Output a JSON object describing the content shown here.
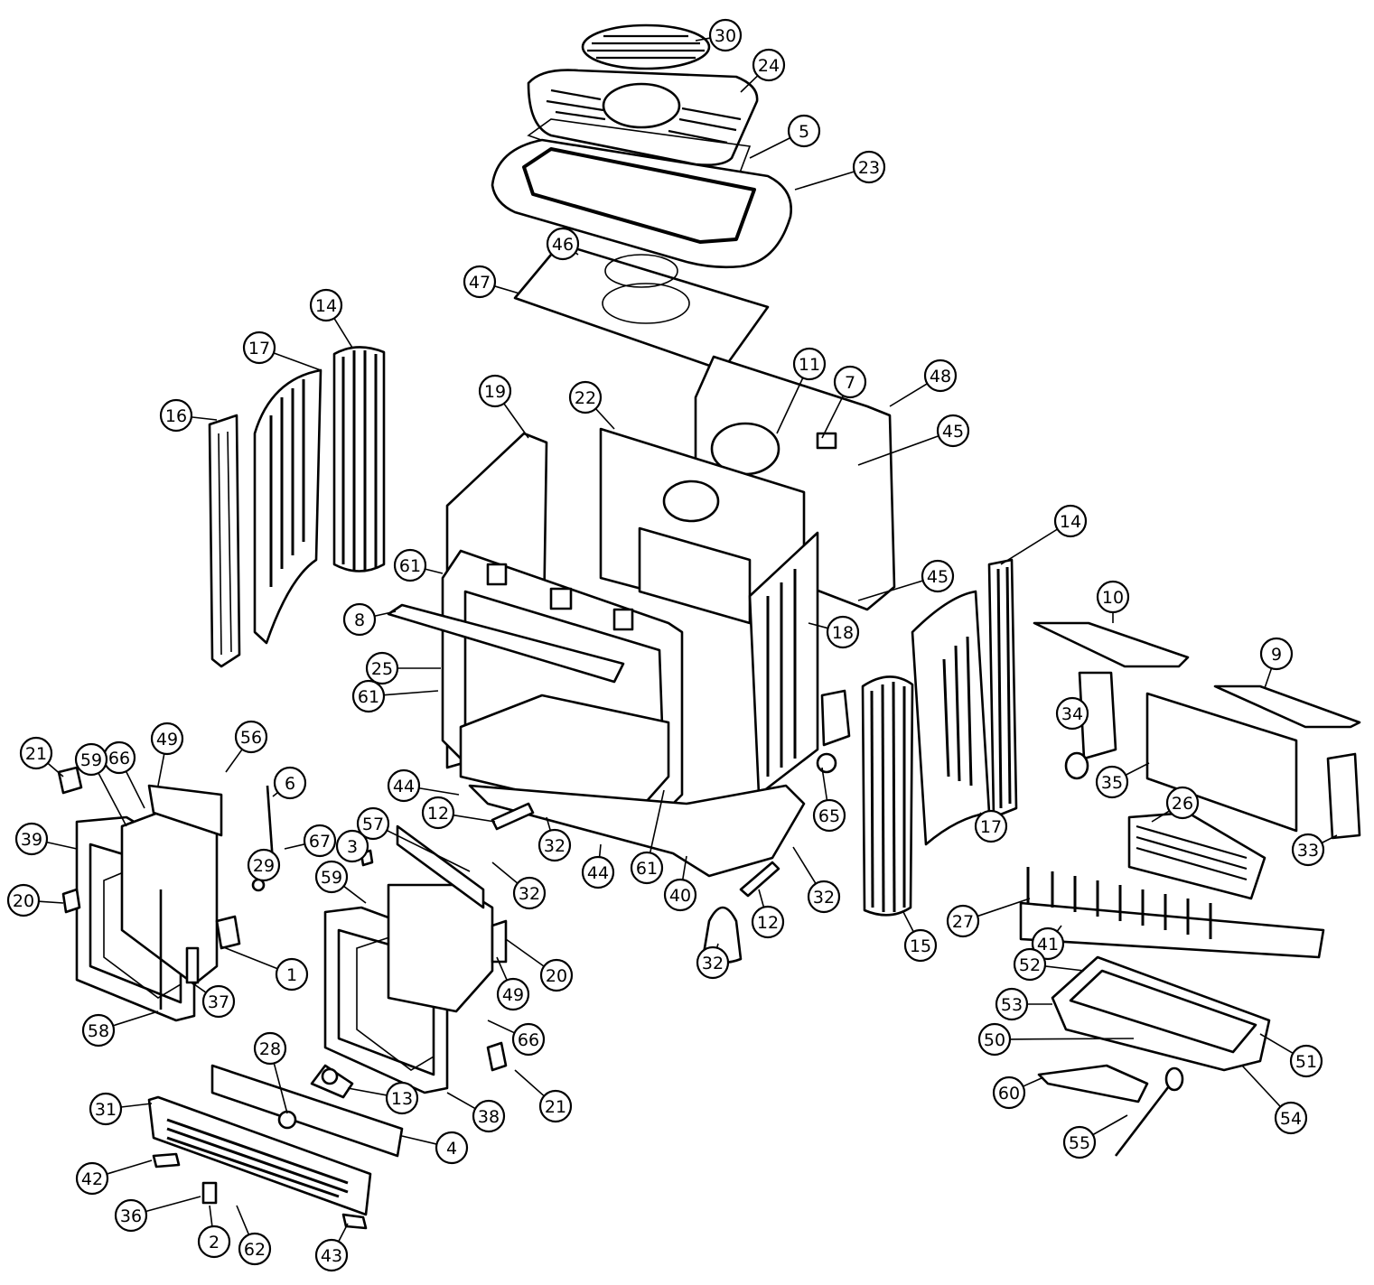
{
  "callouts": [
    {
      "label": "30"
    },
    {
      "label": "24"
    },
    {
      "label": "5"
    },
    {
      "label": "23"
    },
    {
      "label": "46"
    },
    {
      "label": "47"
    },
    {
      "label": "14"
    },
    {
      "label": "17"
    },
    {
      "label": "16"
    },
    {
      "label": "19"
    },
    {
      "label": "22"
    },
    {
      "label": "11"
    },
    {
      "label": "7"
    },
    {
      "label": "48"
    },
    {
      "label": "45"
    },
    {
      "label": "61"
    },
    {
      "label": "8"
    },
    {
      "label": "25"
    },
    {
      "label": "45"
    },
    {
      "label": "18"
    },
    {
      "label": "14"
    },
    {
      "label": "10"
    },
    {
      "label": "9"
    },
    {
      "label": "34"
    },
    {
      "label": "61"
    },
    {
      "label": "21"
    },
    {
      "label": "66"
    },
    {
      "label": "49"
    },
    {
      "label": "56"
    },
    {
      "label": "59"
    },
    {
      "label": "6"
    },
    {
      "label": "39"
    },
    {
      "label": "44"
    },
    {
      "label": "12"
    },
    {
      "label": "65"
    },
    {
      "label": "17"
    },
    {
      "label": "35"
    },
    {
      "label": "26"
    },
    {
      "label": "33"
    },
    {
      "label": "57"
    },
    {
      "label": "3"
    },
    {
      "label": "67"
    },
    {
      "label": "29"
    },
    {
      "label": "32"
    },
    {
      "label": "61"
    },
    {
      "label": "44"
    },
    {
      "label": "32"
    },
    {
      "label": "40"
    },
    {
      "label": "59"
    },
    {
      "label": "20"
    },
    {
      "label": "1"
    },
    {
      "label": "12"
    },
    {
      "label": "32"
    },
    {
      "label": "15"
    },
    {
      "label": "27"
    },
    {
      "label": "41"
    },
    {
      "label": "32"
    },
    {
      "label": "20"
    },
    {
      "label": "49"
    },
    {
      "label": "52"
    },
    {
      "label": "37"
    },
    {
      "label": "58"
    },
    {
      "label": "53"
    },
    {
      "label": "66"
    },
    {
      "label": "50"
    },
    {
      "label": "51"
    },
    {
      "label": "28"
    },
    {
      "label": "13"
    },
    {
      "label": "21"
    },
    {
      "label": "38"
    },
    {
      "label": "60"
    },
    {
      "label": "31"
    },
    {
      "label": "4"
    },
    {
      "label": "54"
    },
    {
      "label": "55"
    },
    {
      "label": "42"
    },
    {
      "label": "36"
    },
    {
      "label": "62"
    },
    {
      "label": "2"
    },
    {
      "label": "43"
    }
  ]
}
